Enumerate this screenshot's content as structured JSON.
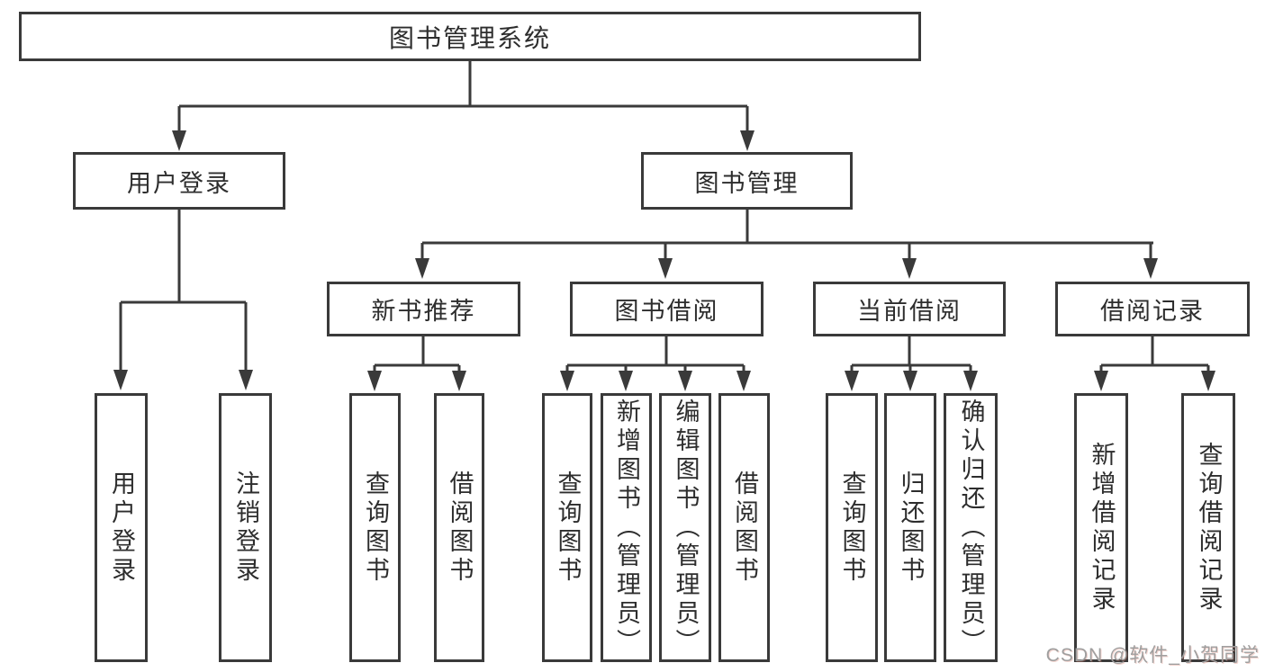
{
  "diagram": {
    "title": "图书管理系统",
    "watermark": "CSDN @软件_小贺同学",
    "colors": {
      "line": "#3a3a3a",
      "text": "#2d2d2d",
      "background": "#ffffff",
      "watermark": "#9f9f9f"
    },
    "root": {
      "label": "图书管理系统"
    },
    "branches": [
      {
        "label": "用户登录",
        "children": [
          {
            "label": "用户登录"
          },
          {
            "label": "注销登录"
          }
        ]
      },
      {
        "label": "图书管理",
        "children": [
          {
            "label": "新书推荐",
            "children": [
              {
                "label": "查询图书"
              },
              {
                "label": "借阅图书"
              }
            ]
          },
          {
            "label": "图书借阅",
            "children": [
              {
                "label": "查询图书"
              },
              {
                "label": "新增图书（管理员）"
              },
              {
                "label": "编辑图书（管理员）"
              },
              {
                "label": "借阅图书"
              }
            ]
          },
          {
            "label": "当前借阅",
            "children": [
              {
                "label": "查询图书"
              },
              {
                "label": "归还图书"
              },
              {
                "label": "确认归还（管理员）"
              }
            ]
          },
          {
            "label": "借阅记录",
            "children": [
              {
                "label": "新增借阅记录"
              },
              {
                "label": "查询借阅记录"
              }
            ]
          }
        ]
      }
    ]
  }
}
